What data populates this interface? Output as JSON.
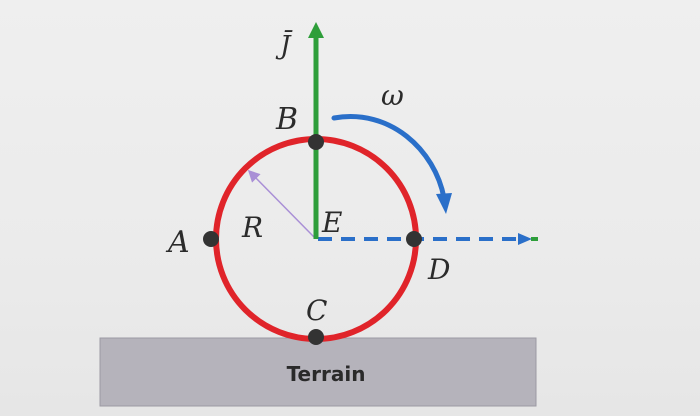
{
  "labels": {
    "j_vector": "J̄",
    "omega": "ω",
    "point_a": "A",
    "point_b": "B",
    "point_c": "C",
    "point_d": "D",
    "point_e": "E",
    "radius": "R",
    "terrain": "Terrain"
  },
  "colors": {
    "circle": "#e0242a",
    "j_arrow": "#2e9e3a",
    "omega_arrow": "#2a6fc9",
    "dashed_axis": "#2a6fc9",
    "radius_line": "#a98fd6",
    "points": "#333333",
    "terrain_fill": "#b5b3bb"
  }
}
